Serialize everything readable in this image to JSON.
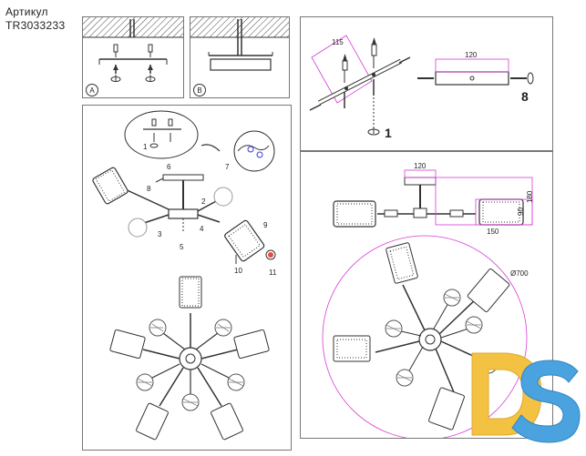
{
  "header": {
    "article_label": "Артикул",
    "article_code": "TR3033233"
  },
  "mounting": {
    "variant_a": "A",
    "variant_b": "B"
  },
  "bracket_view": {
    "dim_115": "115",
    "dim_120": "120",
    "step_1": "1",
    "step_8": "8"
  },
  "assembly_view": {
    "callouts": [
      "1",
      "2",
      "3",
      "4",
      "5",
      "6",
      "7",
      "8",
      "9",
      "10",
      "11"
    ]
  },
  "dimensions_view": {
    "dim_120": "120",
    "dim_180": "180",
    "dim_90": "90",
    "dim_150": "150",
    "diameter": "Ø700"
  },
  "brand": {
    "logo_text": "DS",
    "colors": {
      "yellow": "#f3c242",
      "blue": "#4aa3df"
    }
  }
}
